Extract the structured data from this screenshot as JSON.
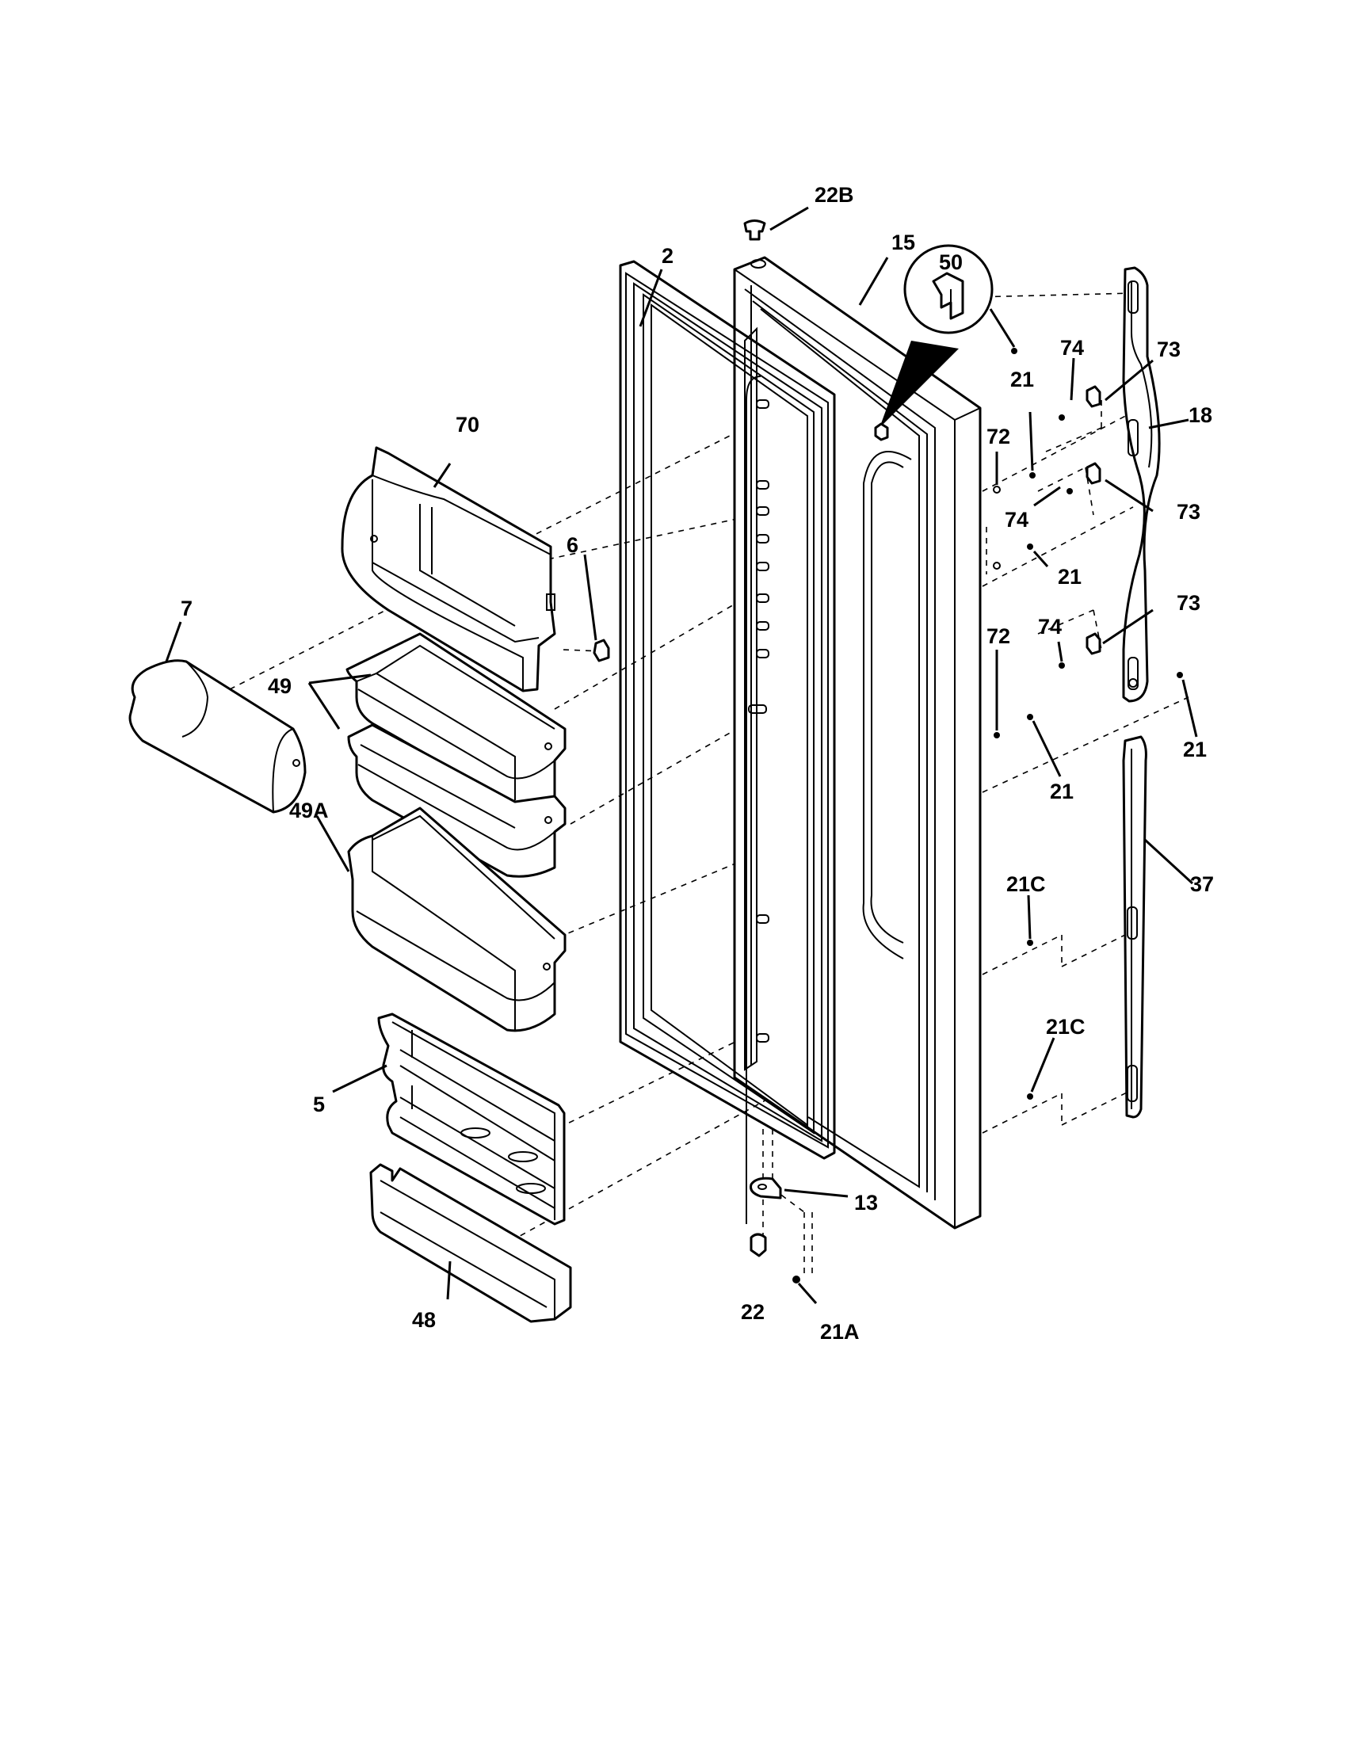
{
  "labels": {
    "l22b": "22B",
    "l15": "15",
    "l2": "2",
    "l50": "50",
    "l74a": "74",
    "l73a": "73",
    "l21a": "21",
    "l18": "18",
    "l70": "70",
    "l72a": "72",
    "l74b": "74",
    "l73b": "73",
    "l6": "6",
    "l21b": "21",
    "l7": "7",
    "l73c": "73",
    "l74c": "74",
    "l72b": "72",
    "l49": "49",
    "l21c": "21",
    "l21d": "21",
    "l49a": "49A",
    "l37": "37",
    "l21ca": "21C",
    "l21cb": "21C",
    "l5": "5",
    "l13": "13",
    "l22": "22",
    "l48": "48",
    "l21aa": "21A"
  },
  "colors": {
    "line": "#000000",
    "background": "#ffffff"
  }
}
